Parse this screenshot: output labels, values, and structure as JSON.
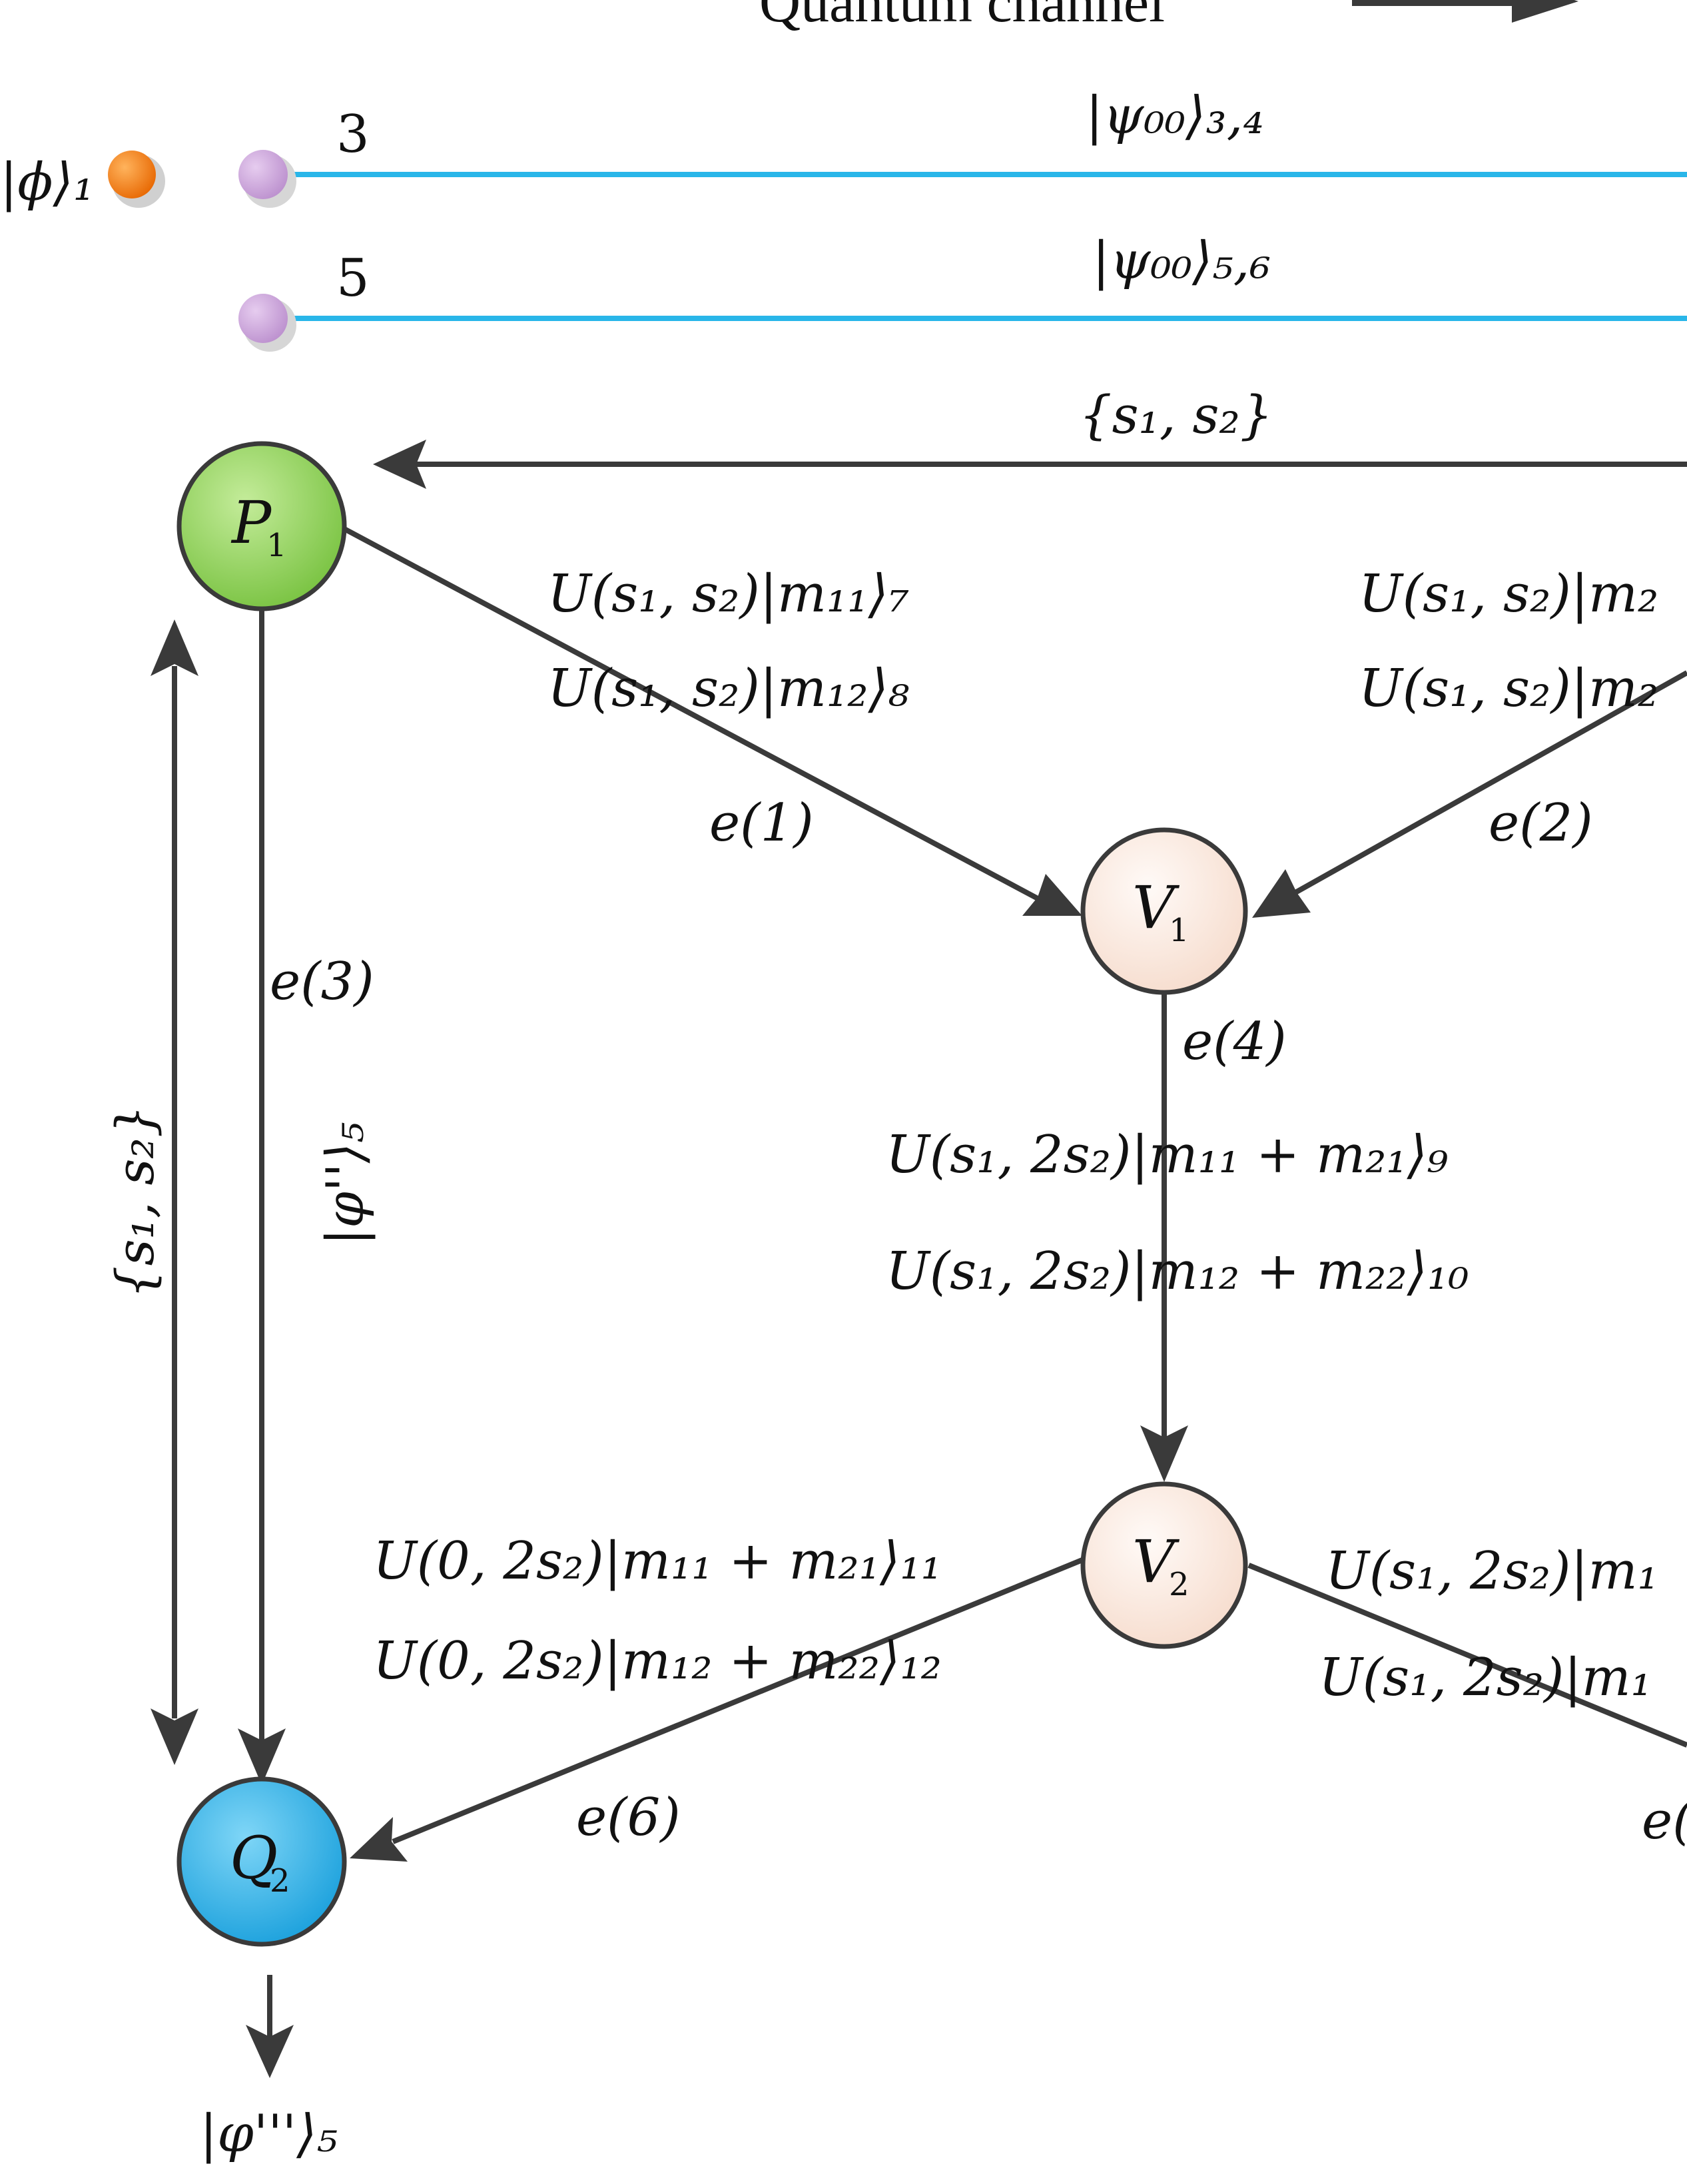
{
  "header": {
    "channel_label": "Quantum channel"
  },
  "qubits": {
    "phi_state": "|ϕ⟩₁",
    "line1": {
      "index": "3",
      "state": "|ψ₀₀⟩₃,₄",
      "color": "#29b6e9"
    },
    "line2": {
      "index": "5",
      "state": "|ψ₀₀⟩₅,₆",
      "color": "#29b6e9"
    },
    "dot_colors": {
      "phi": "#f07d16",
      "qubit": "#c8a0d6"
    }
  },
  "classical": {
    "keys_top": "{s₁, s₂}",
    "keys_side": "{s₁, s₂}"
  },
  "nodes": {
    "P1": {
      "label": "P",
      "sub": "1",
      "color": "#8fd15a"
    },
    "V1": {
      "label": "V",
      "sub": "1",
      "color": "#fbeee7"
    },
    "V2": {
      "label": "V",
      "sub": "2",
      "color": "#fbeee7"
    },
    "Q2": {
      "label": "Q",
      "sub": "2",
      "color": "#29b0e8"
    }
  },
  "edges": {
    "e1": "e(1)",
    "e2": "e(2)",
    "e3": "e(3)",
    "e4": "e(4)",
    "e6": "e(6)",
    "e_partial": "e(",
    "p1_to_v1": [
      "U(s₁, s₂)|m₁₁⟩₇",
      "U(s₁, s₂)|m₁₂⟩₈"
    ],
    "right_to_v1": [
      "U(s₁, s₂)|m₂",
      "U(s₁, s₂)|m₂"
    ],
    "v1_to_v2": [
      "U(s₁, 2s₂)|m₁₁ + m₂₁⟩₉",
      "U(s₁, 2s₂)|m₁₂ + m₂₂⟩₁₀"
    ],
    "v2_to_q2": [
      "U(0, 2s₂)|m₁₁ + m₂₁⟩₁₁",
      "U(0, 2s₂)|m₁₂ + m₂₂⟩₁₂"
    ],
    "v2_to_right": [
      "U(s₁, 2s₂)|m₁",
      "U(s₁, 2s₂)|m₁"
    ],
    "p1_to_q2_state": "|φ''⟩₅"
  },
  "output": {
    "state": "|φ'''⟩₅"
  }
}
